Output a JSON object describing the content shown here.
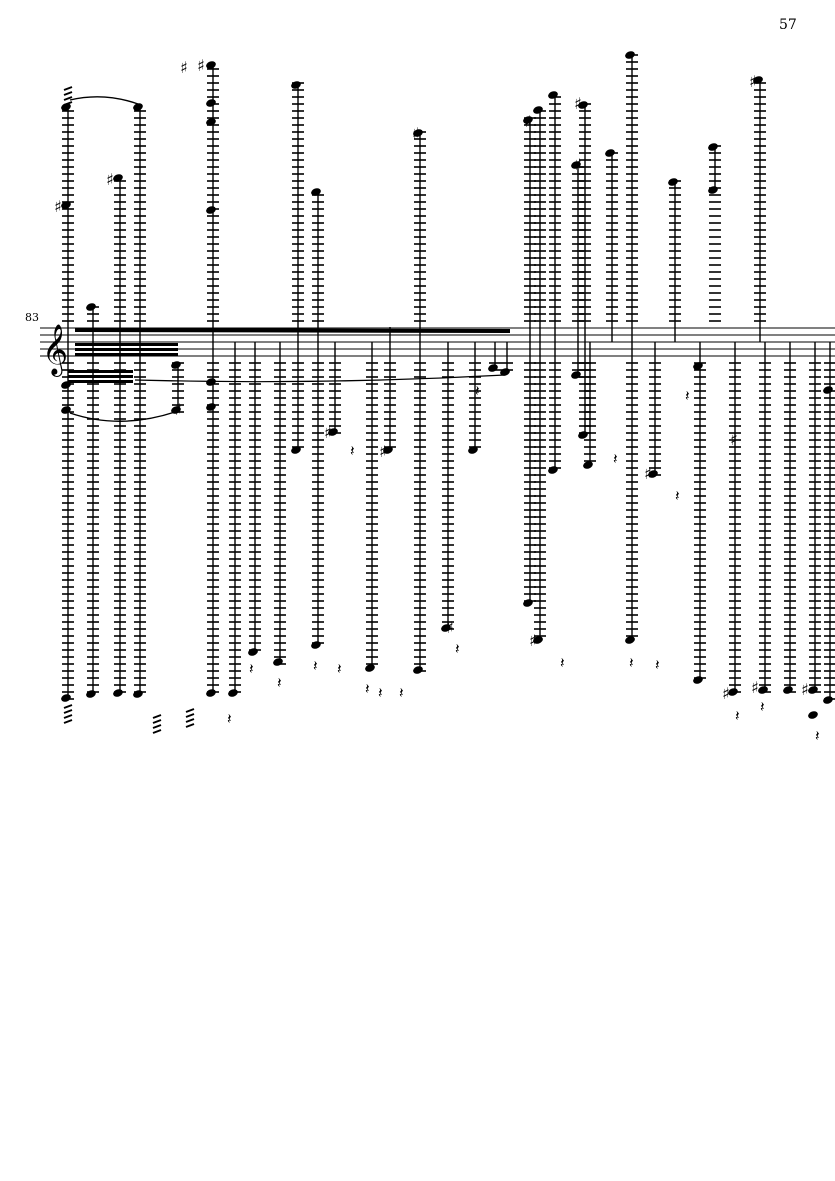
{
  "page": {
    "number": "57"
  },
  "system": {
    "measure_number": "83",
    "clef": "treble-clef"
  },
  "colors": {
    "ink": "#000000",
    "paper": "#ffffff"
  }
}
